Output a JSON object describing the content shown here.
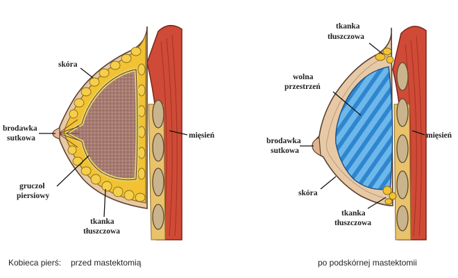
{
  "left_diagram": {
    "labels": {
      "skin": "skóra",
      "nipple_line1": "brodawka",
      "nipple_line2": "sutkowa",
      "gland_line1": "gruczoł",
      "gland_line2": "piersiowy",
      "fat_line1": "tkanka",
      "fat_line2": "tłuszczowa",
      "muscle": "mięsień"
    }
  },
  "right_diagram": {
    "labels": {
      "fat_top_line1": "tkanka",
      "fat_top_line2": "tłuszczowa",
      "space_line1": "wolna",
      "space_line2": "przestrzeń",
      "muscle": "mięsień",
      "nipple_line1": "brodawka",
      "nipple_line2": "sutkowa",
      "skin": "skóra",
      "fat_bottom_line1": "tkanka",
      "fat_bottom_line2": "tłuszczowa"
    }
  },
  "captions": {
    "left_prefix": "Kobieca pierś:",
    "left": "przed mastektomią",
    "right": "po podskórnej mastektomii"
  },
  "colors": {
    "skin": "#e7c9a6",
    "fat": "#f2c233",
    "gland": "#a57a70",
    "muscle": "#cf4b37",
    "rib": "#c9b48d",
    "implant": "#5aa9e2",
    "implant_stripe": "#2c7dc8"
  }
}
